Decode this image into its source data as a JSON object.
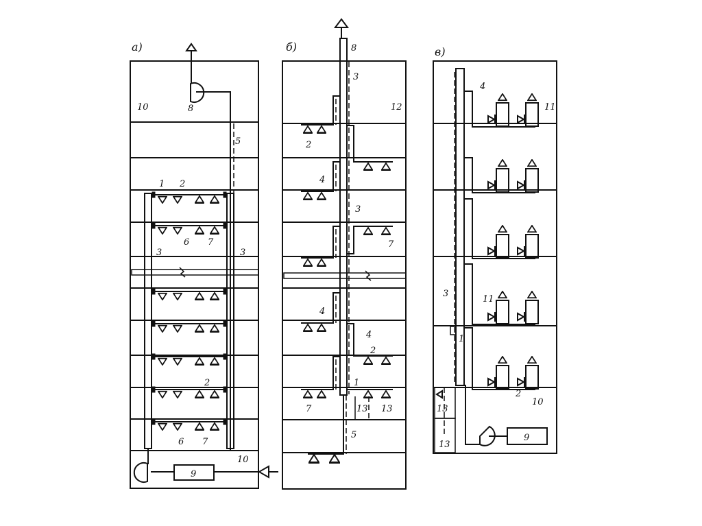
{
  "panels": [
    {
      "id": "a",
      "label": "а)",
      "room_labels": [
        "10",
        "10"
      ],
      "callouts": {
        "fan": "8",
        "duct": "5",
        "riser": "3",
        "valve": "1",
        "pipe": "2",
        "sprinkler_down": "6",
        "sprinkler_up": "7",
        "unit": "9"
      }
    },
    {
      "id": "b",
      "label": "б)",
      "room_labels": [
        "12"
      ],
      "callouts": {
        "exhaust": "8",
        "riser": "3",
        "branch": "4",
        "pipe": "2",
        "valve": "1",
        "sprinkler": "7",
        "duct": "5",
        "zone": "13"
      }
    },
    {
      "id": "c",
      "label": "в)",
      "room_labels": [
        "10"
      ],
      "callouts": {
        "branch": "4",
        "riser": "3",
        "appliance": "11",
        "valve": "1",
        "pipe": "2",
        "unit": "9",
        "zone": "13"
      }
    }
  ]
}
